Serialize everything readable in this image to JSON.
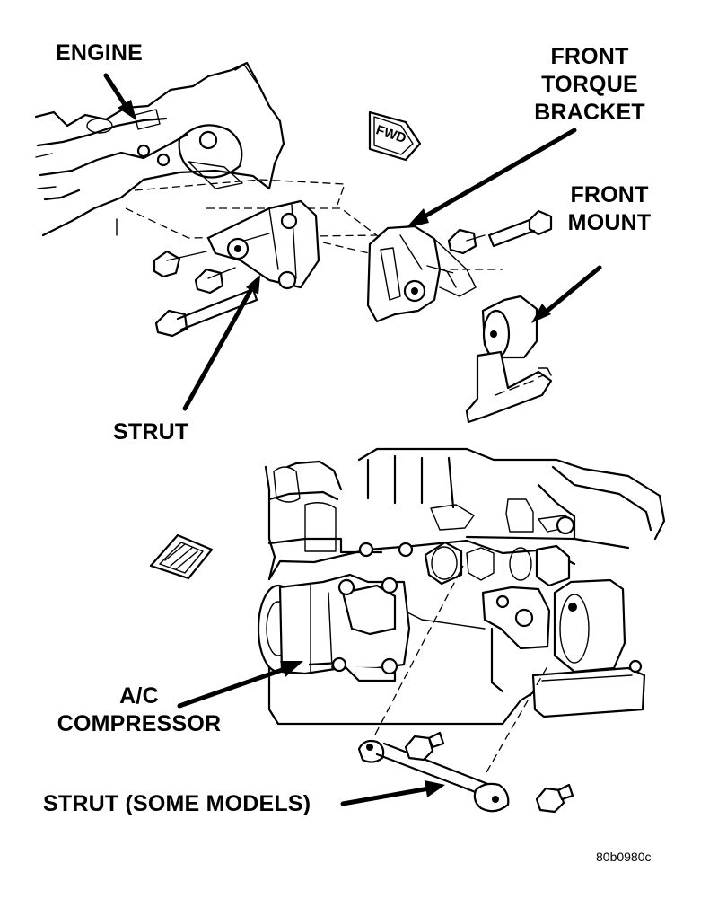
{
  "labels": {
    "engine": "ENGINE",
    "front_torque_bracket": [
      "FRONT",
      "TORQUE",
      "BRACKET"
    ],
    "front_mount": [
      "FRONT",
      "MOUNT"
    ],
    "strut": "STRUT",
    "ac_compressor": [
      "A/C",
      "COMPRESSOR"
    ],
    "strut_some_models": "STRUT (SOME MODELS)",
    "fwd_badge": "FWD"
  },
  "figure_code": "80b0980c"
}
